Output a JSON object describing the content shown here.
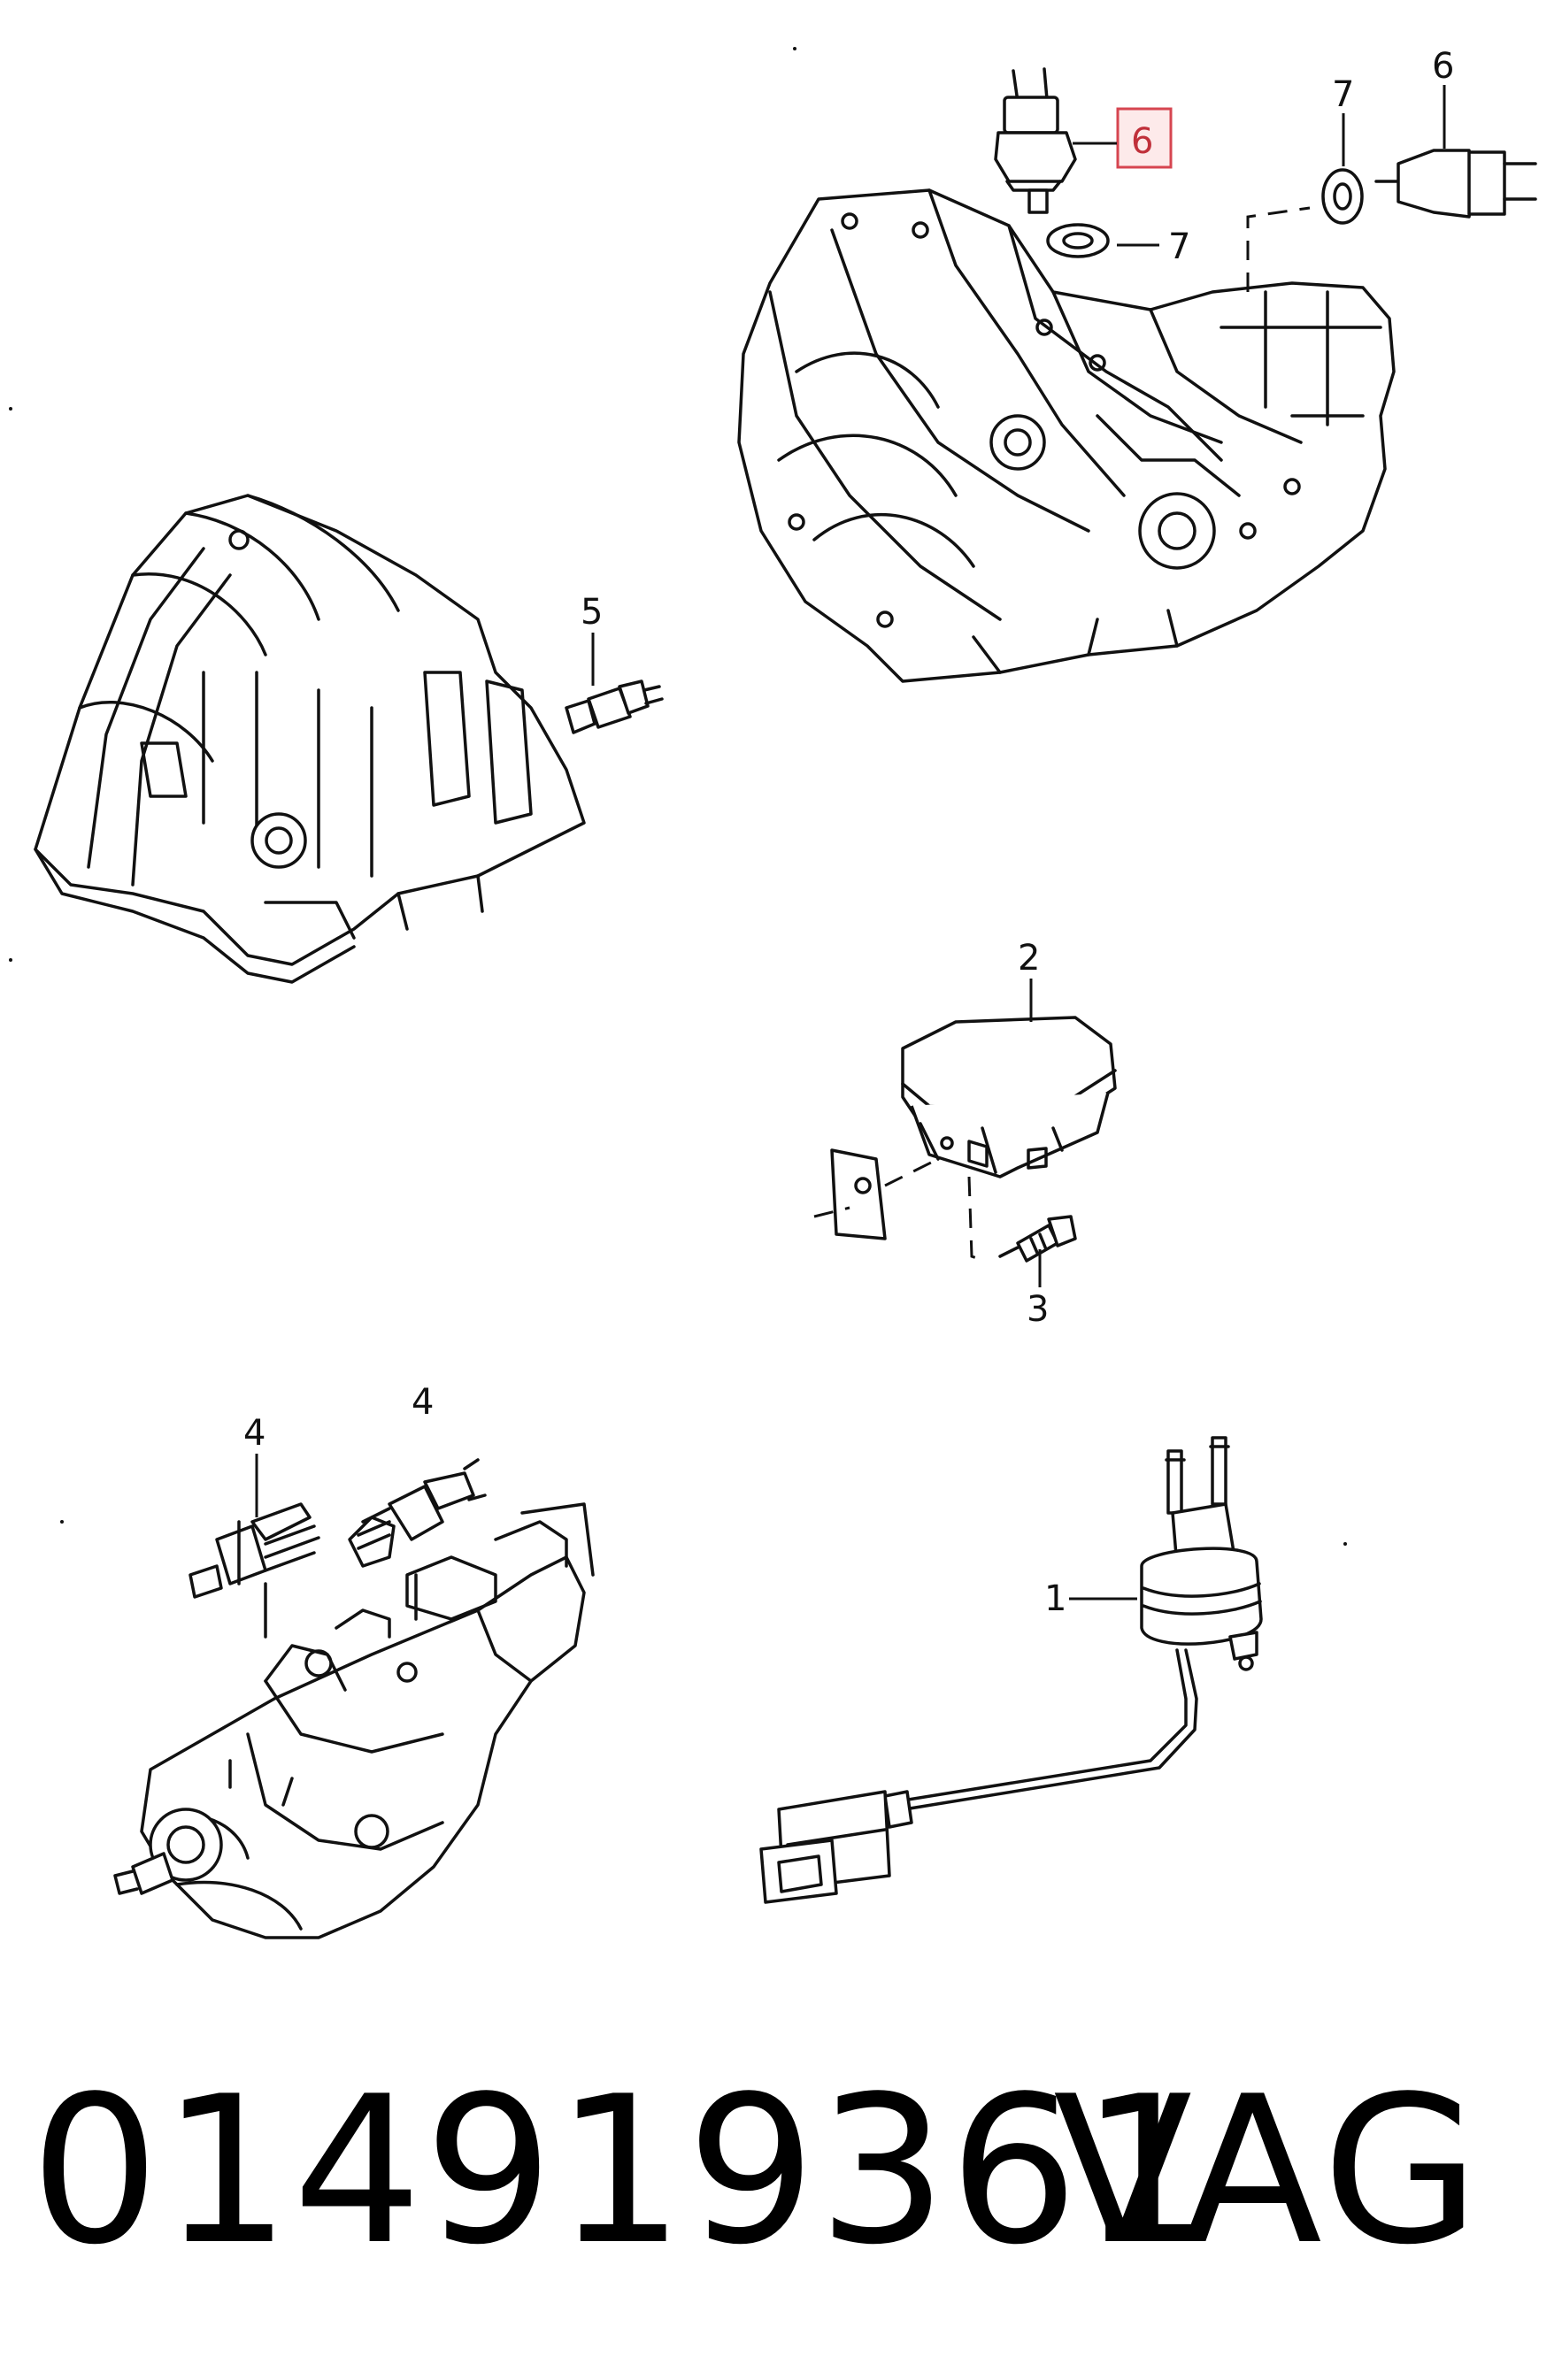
{
  "callouts": {
    "c6_highlighted": "6",
    "c7_left": "7",
    "c7_right": "7",
    "c6_right": "6",
    "c5": "5",
    "c2": "2",
    "c3": "3",
    "c4_left": "4",
    "c4_right": "4",
    "c1": "1"
  },
  "footer": {
    "part_number": "014919361",
    "brand": "VAG"
  },
  "colors": {
    "line": "#111111",
    "highlight_border": "#d64550",
    "highlight_fill": "#fdeaea"
  }
}
